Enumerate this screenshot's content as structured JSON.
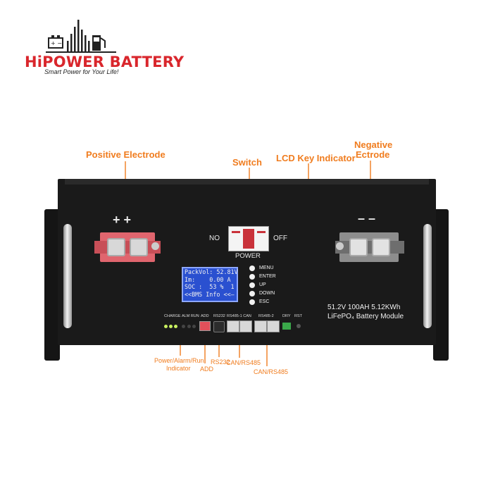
{
  "brand": {
    "name": "HiPOWER BATTERY",
    "tagline": "Smart Power for Your Life!",
    "color": "#d9262c"
  },
  "callouts": {
    "positive_electrode": "Positive Electrode",
    "switch": "Switch",
    "lcd_key_indicator": "LCD Key Indicator",
    "negative_electrode_line1": "Negative",
    "negative_electrode_line2": "Ectrode",
    "power_alarm_run_line1": "Power/Alarm/Run",
    "power_alarm_run_line2": "Indicator",
    "add": "ADD",
    "rs232": "RS232",
    "can_rs485_1": "CAN/RS485",
    "can_rs485_2": "CAN/RS485",
    "color": "#f07c1e"
  },
  "device": {
    "positive_signs": "+ +",
    "negative_signs": "– –",
    "switch_no": "NO",
    "switch_off": "OFF",
    "switch_power": "POWER",
    "lcd": {
      "line1": "PackVol: 52.81V",
      "line2": "Im:    0.00 A",
      "line3": "SOC :  53 %  1",
      "line4": "<<BMS Info <<—"
    },
    "keys": [
      "MENU",
      "ENTER",
      "UP",
      "DOWN",
      "ESC"
    ],
    "ports": {
      "charge": "CHARGE",
      "alm_run": "ALM RUN",
      "add": "ADD",
      "rs232": "RS232",
      "rs485_1_can": "RS485-1 CAN",
      "rs485_2": "RS485-2",
      "dry": "DRY",
      "rst": "RST"
    },
    "model_line1": "51.2V 100AH 5.12KWh",
    "model_line2": "LiFePO₄ Battery Module"
  }
}
